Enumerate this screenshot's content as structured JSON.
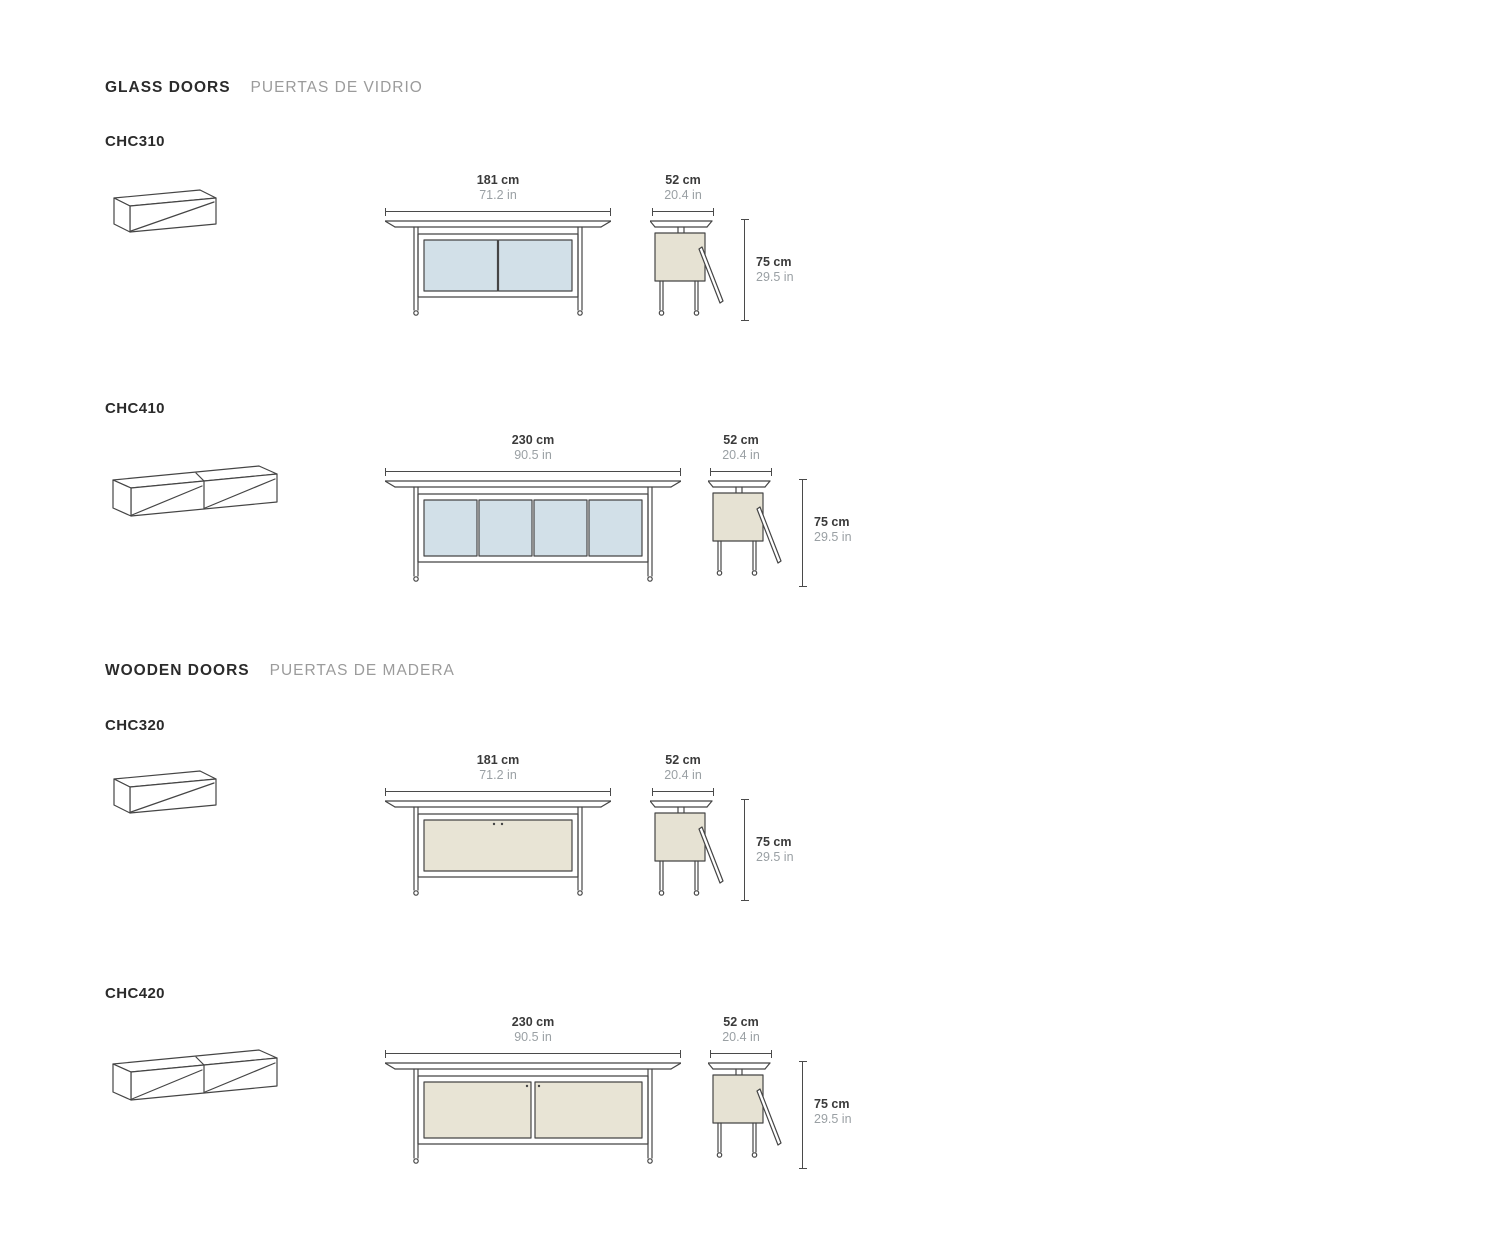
{
  "sections": [
    {
      "title": "GLASS DOORS",
      "subtitle": "PUERTAS DE VIDRIO",
      "products": [
        {
          "code": "CHC310",
          "front": {
            "width_cm": "181 cm",
            "width_in": "71.2 in"
          },
          "side": {
            "depth_cm": "52 cm",
            "depth_in": "20.4 in",
            "height_cm": "75 cm",
            "height_in": "29.5 in"
          }
        },
        {
          "code": "CHC410",
          "front": {
            "width_cm": "230 cm",
            "width_in": "90.5 in"
          },
          "side": {
            "depth_cm": "52 cm",
            "depth_in": "20.4 in",
            "height_cm": "75 cm",
            "height_in": "29.5 in"
          }
        }
      ]
    },
    {
      "title": "WOODEN DOORS",
      "subtitle": "PUERTAS DE MADERA",
      "products": [
        {
          "code": "CHC320",
          "front": {
            "width_cm": "181 cm",
            "width_in": "71.2 in"
          },
          "side": {
            "depth_cm": "52 cm",
            "depth_in": "20.4 in",
            "height_cm": "75 cm",
            "height_in": "29.5 in"
          }
        },
        {
          "code": "CHC420",
          "front": {
            "width_cm": "230 cm",
            "width_in": "90.5 in"
          },
          "side": {
            "depth_cm": "52 cm",
            "depth_in": "20.4 in",
            "height_cm": "75 cm",
            "height_in": "29.5 in"
          }
        }
      ]
    }
  ],
  "colors": {
    "glass_panel": "#d2e0e8",
    "wood_panel": "#e8e4d5",
    "side_panel": "#e6e2d3",
    "line": "#454545",
    "dim_text": "#3a3a3a",
    "dim_text_secondary": "#9aa0a4"
  }
}
